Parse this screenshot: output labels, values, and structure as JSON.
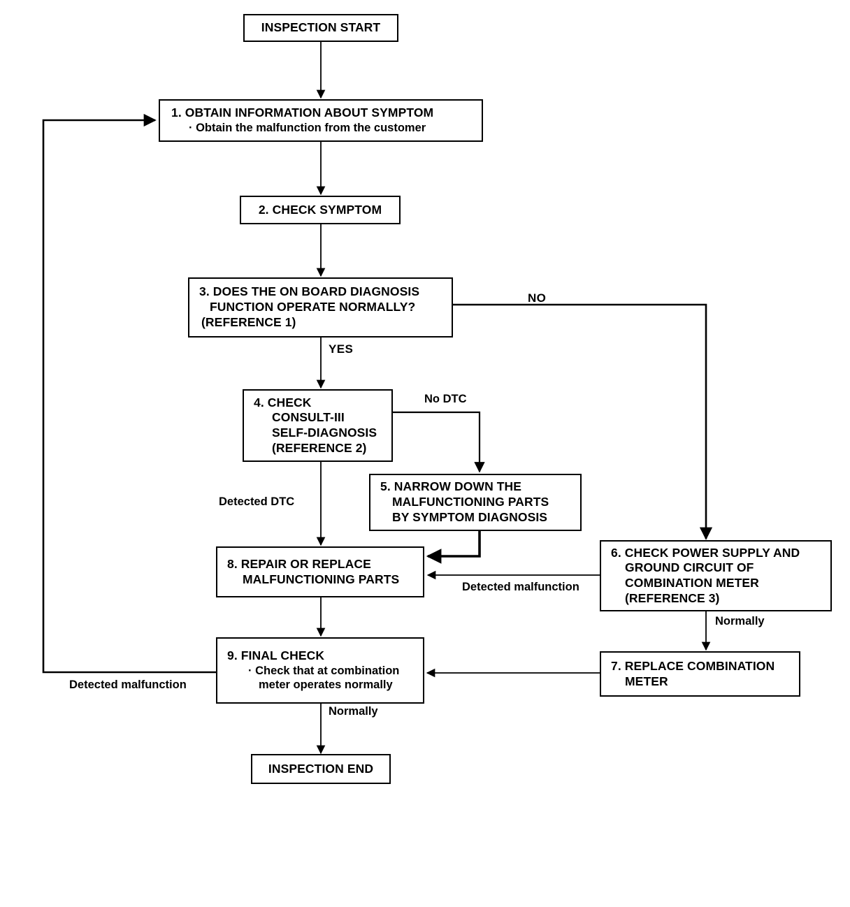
{
  "diagram": {
    "title": "Inspection Flow Chart",
    "type": "flowchart",
    "stroke_color": "#000000",
    "background_color": "#ffffff"
  },
  "nodes": {
    "start": {
      "label": "INSPECTION START"
    },
    "step1": {
      "line1": "1. OBTAIN INFORMATION ABOUT SYMPTOM",
      "line2": "· Obtain the malfunction from the customer"
    },
    "step2": {
      "label": "2. CHECK SYMPTOM"
    },
    "step3": {
      "line1": "3. DOES THE ON BOARD DIAGNOSIS",
      "line2": "FUNCTION OPERATE NORMALLY?",
      "line3": "(REFERENCE 1)"
    },
    "step4": {
      "line1": "4. CHECK",
      "line2": "CONSULT-III",
      "line3": "SELF-DIAGNOSIS",
      "line4": "(REFERENCE 2)"
    },
    "step5": {
      "line1": "5. NARROW DOWN THE",
      "line2": "MALFUNCTIONING PARTS",
      "line3": "BY SYMPTOM DIAGNOSIS"
    },
    "step6": {
      "line1": "6. CHECK POWER SUPPLY AND",
      "line2": "GROUND CIRCUIT OF",
      "line3": "COMBINATION METER",
      "line4": "(REFERENCE 3)"
    },
    "step7": {
      "line1": "7. REPLACE COMBINATION",
      "line2": "METER"
    },
    "step8": {
      "line1": "8. REPAIR OR REPLACE",
      "line2": "MALFUNCTIONING PARTS"
    },
    "step9": {
      "line1": "9. FINAL CHECK",
      "line2": "· Check that at combination",
      "line3": "meter operates normally"
    },
    "end": {
      "label": "INSPECTION END"
    }
  },
  "edge_labels": {
    "no": "NO",
    "yes": "YES",
    "no_dtc": "No DTC",
    "detected_dtc": "Detected DTC",
    "detected_malfunction_right": "Detected malfunction",
    "detected_malfunction_left": "Detected malfunction",
    "normally_meter": "Normally",
    "normally_final": "Normally"
  }
}
